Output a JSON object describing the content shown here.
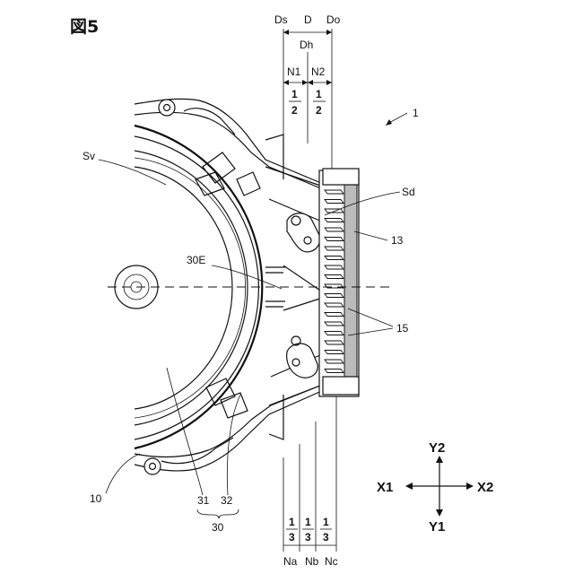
{
  "figure_title": "図5",
  "dimensions": {
    "ds": "Ds",
    "d": "D",
    "do": "Do",
    "dh": "Dh",
    "n1": "N1",
    "n2": "N2",
    "top_fracs": [
      {
        "num": "1",
        "den": "2"
      },
      {
        "num": "1",
        "den": "2"
      }
    ],
    "bottom_fracs": [
      {
        "num": "1",
        "den": "3"
      },
      {
        "num": "1",
        "den": "3"
      },
      {
        "num": "1",
        "den": "3"
      }
    ],
    "na": "Na",
    "nb": "Nb",
    "nc": "Nc"
  },
  "refs": {
    "r1": "1",
    "sv": "Sv",
    "sd": "Sd",
    "r13": "13",
    "r30e": "30E",
    "r15": "15",
    "r10": "10",
    "r31": "31",
    "r32": "32",
    "r30": "30"
  },
  "axes": {
    "y2": "Y2",
    "y1": "Y1",
    "x1": "X1",
    "x2": "X2"
  }
}
